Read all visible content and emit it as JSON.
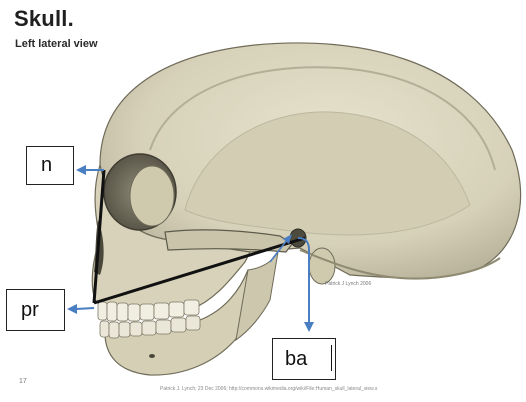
{
  "title": "Skull.",
  "subtitle": "Left lateral view",
  "labels": {
    "n": "n",
    "pr": "pr",
    "ba": "ba"
  },
  "footer": {
    "slide_number": "17",
    "credit": "Patrick J. Lynch; 23 Dec 2006; http://commons.wikimedia.org/wiki/File:Human_skull_lateral_view.s"
  },
  "watermark": "Patrick J Lynch 2006",
  "colors": {
    "bone": "#dcd8c2",
    "bone_shadow": "#a9a48c",
    "arrow": "#4a7ec2",
    "line": "#111111"
  }
}
